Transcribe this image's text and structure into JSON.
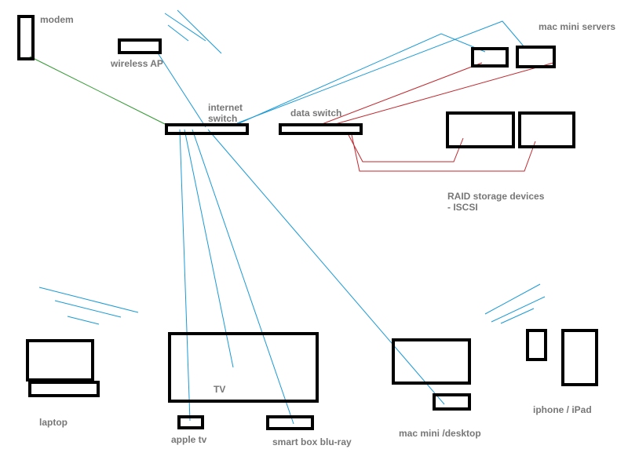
{
  "labels": {
    "modem": "modem",
    "wireless_ap": "wireless AP",
    "internet_switch": "internet switch",
    "data_switch": "data switch",
    "mac_mini_servers": "mac mini servers",
    "raid_storage": "RAID storage devices - ISCSI",
    "laptop": "laptop",
    "tv": "TV",
    "apple_tv": "apple tv",
    "smart_box": "smart box blu-ray",
    "mac_mini_desktop": "mac mini /desktop",
    "iphone_ipad": "iphone / iPad"
  },
  "colors": {
    "device_outline": "#000000",
    "wifi_link": "#1a9ad6",
    "ethernet_link": "#1a9ad6",
    "modem_link": "#2e9a2e",
    "storage_link": "#c0282e",
    "label_text": "#777777"
  }
}
